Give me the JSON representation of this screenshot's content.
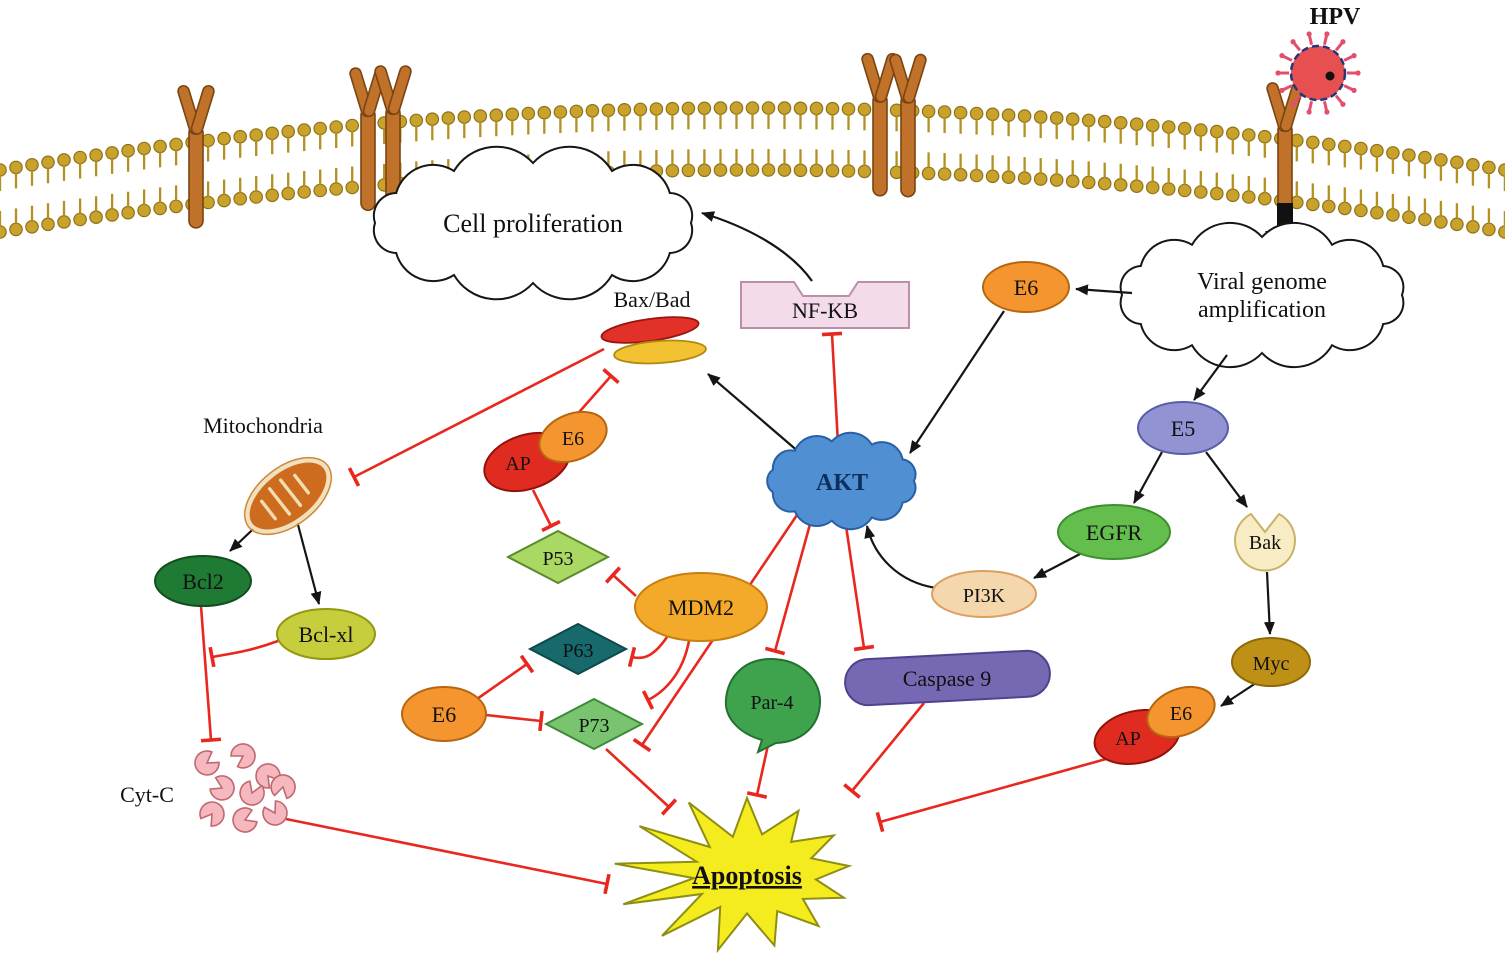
{
  "figure": {
    "type": "pathway-diagram",
    "subject": "HPV signaling pathway",
    "background": "#ffffff"
  },
  "nodes": {
    "hpv_virus": {
      "label": "HPV",
      "color": "#e65050"
    },
    "cell_proliferation": {
      "label": "Cell proliferation",
      "color": "#ffffff"
    },
    "viral_genome": {
      "line1": "Viral genome",
      "line2": "amplification",
      "color": "#ffffff"
    },
    "nfkb": {
      "label": "NF-KB",
      "color": "#f3dbe9"
    },
    "bax_bad": {
      "label": "Bax/Bad",
      "bax_color": "#e23128",
      "bad_color": "#f2c233"
    },
    "e6_membrane": {
      "label": "E6",
      "color": "#f5952f"
    },
    "e5": {
      "label": "E5",
      "color": "#9193d2"
    },
    "akt": {
      "label": "AKT",
      "color": "#4f8fd2"
    },
    "mitochondria": {
      "label": "Mitochondria",
      "color": "#cd6b1e"
    },
    "ap_e6_left": {
      "ap": "AP",
      "e6": "E6",
      "ap_color": "#df2b20",
      "e6_color": "#f5952f"
    },
    "egfr": {
      "label": "EGFR",
      "color": "#64be4e"
    },
    "bak": {
      "label": "Bak",
      "color": "#f7ecc3"
    },
    "pi3k": {
      "label": "PI3K",
      "color": "#f5d7ae"
    },
    "bcl2": {
      "label": "Bcl2",
      "color": "#1f7a33"
    },
    "bcl_xl": {
      "label": "Bcl-xl",
      "color": "#c6ce3d"
    },
    "p53": {
      "label": "P53",
      "color": "#a9d863"
    },
    "mdm2": {
      "label": "MDM2",
      "color": "#f3a929"
    },
    "p63": {
      "label": "P63",
      "color": "#17696b"
    },
    "p73": {
      "label": "P73",
      "color": "#79c46f"
    },
    "e6_free": {
      "label": "E6",
      "color": "#f5952f"
    },
    "par4": {
      "label": "Par-4",
      "color": "#3fa34d"
    },
    "caspase9": {
      "label": "Caspase 9",
      "color": "#7668b2"
    },
    "myc": {
      "label": "Myc",
      "color": "#bf9016"
    },
    "ap_e6_right": {
      "ap": "AP",
      "e6": "E6",
      "ap_color": "#df2b20",
      "e6_color": "#f5952f"
    },
    "cyt_c": {
      "label": "Cyt-C",
      "color": "#f4b8be"
    },
    "apoptosis": {
      "label": "Apoptosis",
      "color": "#f4ec1f"
    }
  },
  "edge_colors": {
    "activation": "#151515",
    "inhibition": "#e8281e"
  },
  "membrane": {
    "lipid_color": "#c9a22b",
    "receptor_color": "#c0722a"
  },
  "edges": [
    {
      "from": "HPV",
      "to": "Viral genome amplification",
      "type": "activation"
    },
    {
      "from": "Viral genome amplification",
      "to": "E6",
      "type": "activation"
    },
    {
      "from": "Viral genome amplification",
      "to": "E5",
      "type": "activation"
    },
    {
      "from": "E6",
      "to": "AKT",
      "type": "activation"
    },
    {
      "from": "E5",
      "to": "EGFR",
      "type": "activation"
    },
    {
      "from": "E5",
      "to": "Bak",
      "type": "activation"
    },
    {
      "from": "EGFR",
      "to": "PI3K",
      "type": "activation"
    },
    {
      "from": "PI3K",
      "to": "AKT",
      "type": "activation"
    },
    {
      "from": "Bak",
      "to": "Myc",
      "type": "activation"
    },
    {
      "from": "Myc",
      "to": "AP/E6",
      "type": "activation"
    },
    {
      "from": "NF-KB",
      "to": "Cell proliferation",
      "type": "activation"
    },
    {
      "from": "AKT",
      "to": "Bax/Bad",
      "type": "activation"
    },
    {
      "from": "AKT",
      "to": "NF-KB",
      "type": "inhibition"
    },
    {
      "from": "AKT",
      "to": "Par-4",
      "type": "inhibition"
    },
    {
      "from": "AKT",
      "to": "Caspase 9",
      "type": "inhibition"
    },
    {
      "from": "AKT",
      "to": "P73",
      "type": "inhibition"
    },
    {
      "from": "Bax/Bad",
      "to": "Mitochondria",
      "type": "inhibition"
    },
    {
      "from": "AP/E6",
      "to": "Bax/Bad",
      "type": "inhibition"
    },
    {
      "from": "AP/E6",
      "to": "P53",
      "type": "inhibition"
    },
    {
      "from": "MDM2",
      "to": "P53",
      "type": "inhibition"
    },
    {
      "from": "MDM2",
      "to": "P63",
      "type": "inhibition"
    },
    {
      "from": "MDM2",
      "to": "P73",
      "type": "inhibition"
    },
    {
      "from": "E6",
      "to": "P63",
      "type": "inhibition"
    },
    {
      "from": "E6",
      "to": "P73",
      "type": "inhibition"
    },
    {
      "from": "Mitochondria",
      "to": "Bcl2",
      "type": "activation"
    },
    {
      "from": "Mitochondria",
      "to": "Bcl-xl",
      "type": "activation"
    },
    {
      "from": "Bcl2",
      "to": "Cyt-C",
      "type": "inhibition"
    },
    {
      "from": "Bcl-xl",
      "to": "Cyt-C",
      "type": "inhibition"
    },
    {
      "from": "Cyt-C",
      "to": "Apoptosis",
      "type": "inhibition"
    },
    {
      "from": "P73",
      "to": "Apoptosis",
      "type": "inhibition"
    },
    {
      "from": "Par-4",
      "to": "Apoptosis",
      "type": "inhibition"
    },
    {
      "from": "Caspase 9",
      "to": "Apoptosis",
      "type": "inhibition"
    },
    {
      "from": "AP/E6",
      "to": "Apoptosis",
      "type": "inhibition"
    }
  ]
}
